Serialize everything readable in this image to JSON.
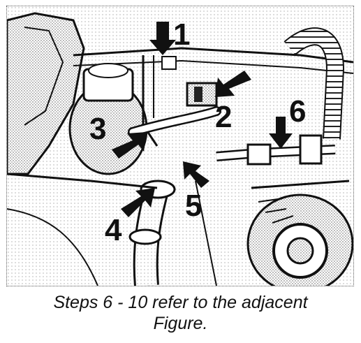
{
  "figure": {
    "callouts": [
      {
        "id": "1",
        "label": "1"
      },
      {
        "id": "2",
        "label": "2"
      },
      {
        "id": "3",
        "label": "3"
      },
      {
        "id": "4",
        "label": "4"
      },
      {
        "id": "5",
        "label": "5"
      },
      {
        "id": "6",
        "label": "6"
      }
    ]
  },
  "caption": {
    "line1": "Steps 6 - 10 refer to the adjacent",
    "line2": "Figure."
  },
  "colors": {
    "ink": "#111111",
    "paper": "#ffffff",
    "shade": "#bdbdbd"
  }
}
